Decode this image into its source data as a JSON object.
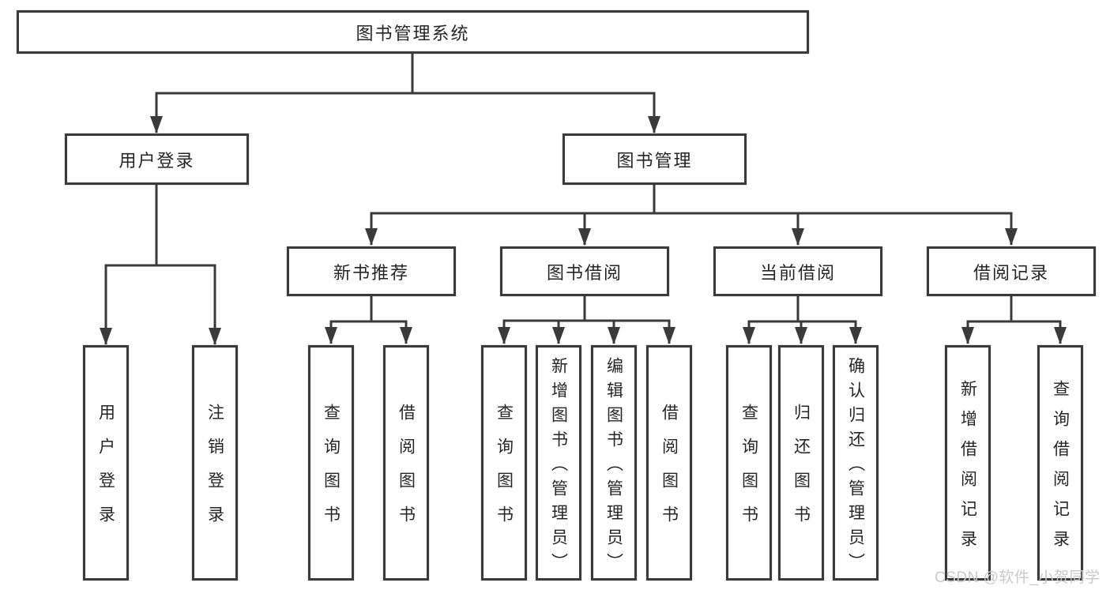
{
  "diagram": {
    "root": {
      "label": "图书管理系统"
    },
    "branches": [
      {
        "label": "用户登录",
        "children": [
          {
            "label": "用户登录"
          },
          {
            "label": "注销登录"
          }
        ]
      },
      {
        "label": "图书管理",
        "children": [
          {
            "label": "新书推荐",
            "children": [
              {
                "label": "查询图书"
              },
              {
                "label": "借阅图书"
              }
            ]
          },
          {
            "label": "图书借阅",
            "children": [
              {
                "label": "查询图书"
              },
              {
                "label": "新增图书（管理员）"
              },
              {
                "label": "编辑图书（管理员）"
              },
              {
                "label": "借阅图书"
              }
            ]
          },
          {
            "label": "当前借阅",
            "children": [
              {
                "label": "查询图书"
              },
              {
                "label": "归还图书"
              },
              {
                "label": "确认归还（管理员）"
              }
            ]
          },
          {
            "label": "借阅记录",
            "children": [
              {
                "label": "新增借阅记录"
              },
              {
                "label": "查询借阅记录"
              }
            ]
          }
        ]
      }
    ]
  },
  "watermark": {
    "text": "CSDN @软件_小贺同学"
  },
  "colors": {
    "line": "#3a3a3a",
    "text": "#262626",
    "background": "#ffffff",
    "watermark": "#c9c9c9"
  }
}
